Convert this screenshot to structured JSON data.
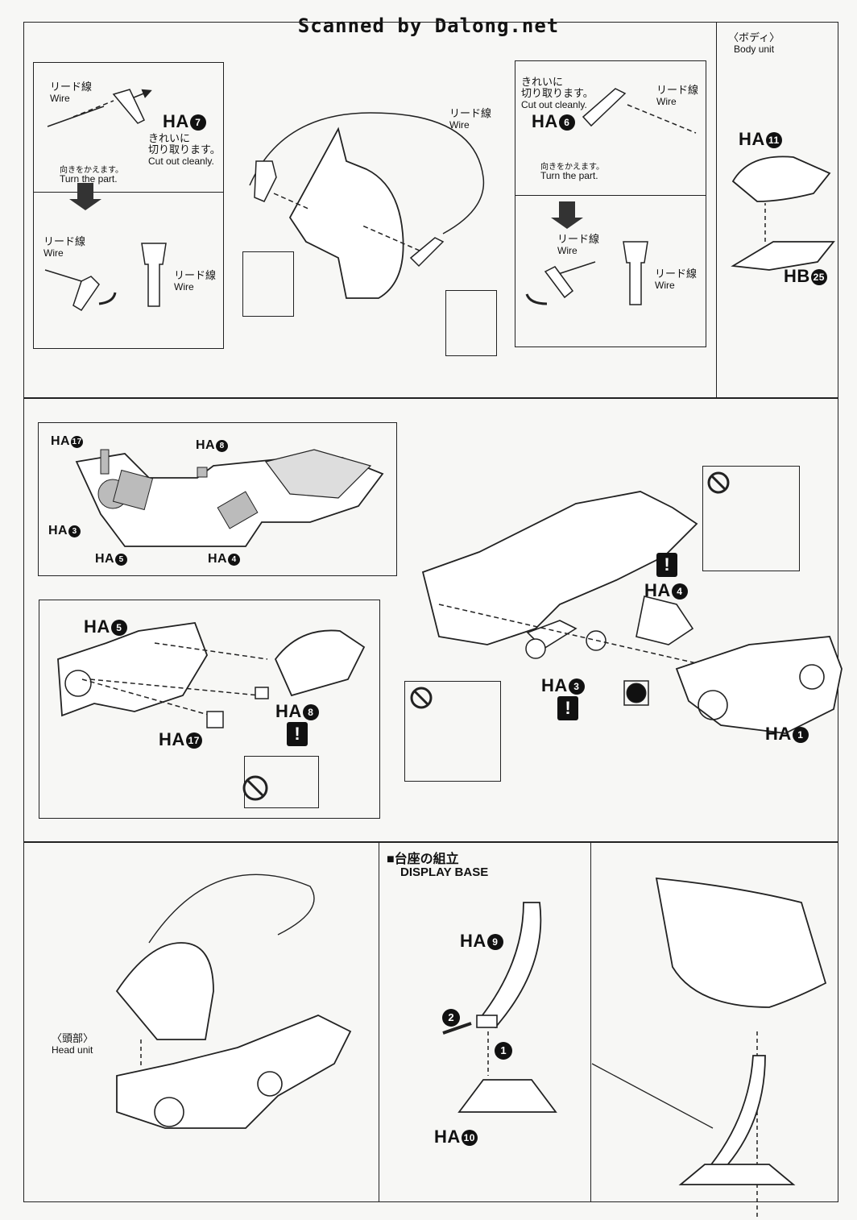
{
  "header": {
    "scan_credit": "Scanned by Dalong.net"
  },
  "panel_top": {
    "body_unit": {
      "ja": "〈ボディ〉",
      "en": "Body unit"
    },
    "left_group": {
      "wire_ja": "リード線",
      "wire_en": "Wire",
      "cut_ja_1": "きれいに",
      "cut_ja_2": "切り取ります。",
      "cut_en": "Cut out cleanly.",
      "turn_ja": "向きをかえます。",
      "turn_en": "Turn the part."
    },
    "center_wire": {
      "ja": "リード線",
      "en": "Wire"
    },
    "parts": {
      "ha7": "HA",
      "ha7_n": "7",
      "ha6": "HA",
      "ha6_n": "6",
      "ha11": "HA",
      "ha11_n": "11",
      "hb25": "HB",
      "hb25_n": "25"
    }
  },
  "panel_middle": {
    "labels": {
      "ha17": "HA",
      "ha17_n": "17",
      "ha8": "HA",
      "ha8_n": "8",
      "ha3": "HA",
      "ha3_n": "3",
      "ha5": "HA",
      "ha5_n": "5",
      "ha4": "HA",
      "ha4_n": "4",
      "ha1": "HA",
      "ha1_n": "1"
    },
    "warn_symbol": "!"
  },
  "panel_bottom": {
    "head_unit": {
      "ja": "〈頭部〉",
      "en": "Head unit"
    },
    "display_base": {
      "ja": "■台座の組立",
      "en": "DISPLAY BASE"
    },
    "ha9": "HA",
    "ha9_n": "9",
    "ha10": "HA",
    "ha10_n": "10",
    "step1": "1",
    "step2": "2"
  }
}
